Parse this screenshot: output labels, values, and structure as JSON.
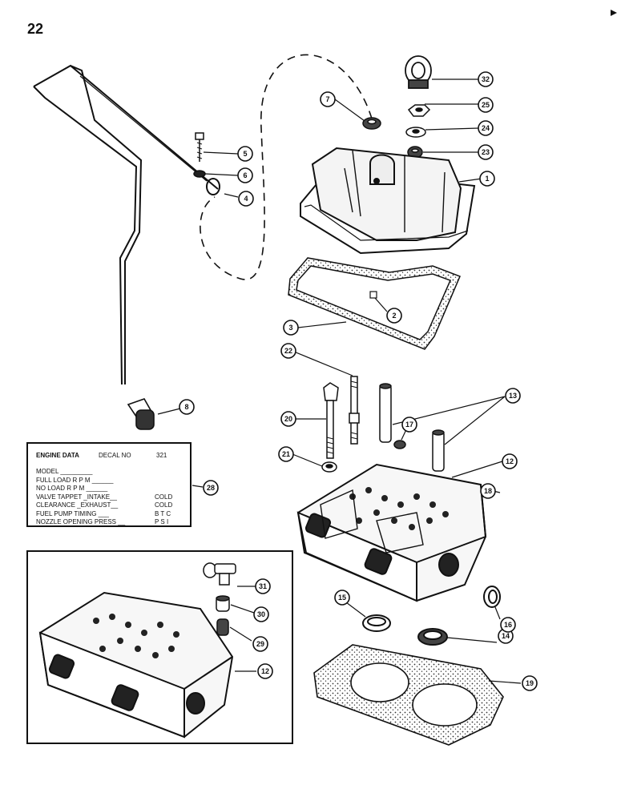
{
  "page": {
    "number": "22"
  },
  "callouts": [
    "1",
    "2",
    "3",
    "4",
    "5",
    "6",
    "7",
    "8",
    "12",
    "12",
    "13",
    "14",
    "15",
    "16",
    "17",
    "18",
    "19",
    "20",
    "21",
    "22",
    "23",
    "24",
    "25",
    "28",
    "29",
    "30",
    "31",
    "32"
  ],
  "decal": {
    "title": "ENGINE DATA",
    "decal_label": "DECAL NO",
    "decal_no": "321",
    "rows": [
      {
        "label": "MODEL _________",
        "value": ""
      },
      {
        "label": "FULL LOAD R P M ______",
        "value": ""
      },
      {
        "label": "NO LOAD R P M ______",
        "value": ""
      },
      {
        "label": "VALVE TAPPET _INTAKE__",
        "value": "COLD"
      },
      {
        "label": "CLEARANCE _EXHAUST__",
        "value": "COLD"
      },
      {
        "label": "FUEL PUMP TIMING ___",
        "value": "B T C"
      },
      {
        "label": "NOZZLE OPENING PRESS __",
        "value": "P S I"
      }
    ]
  }
}
